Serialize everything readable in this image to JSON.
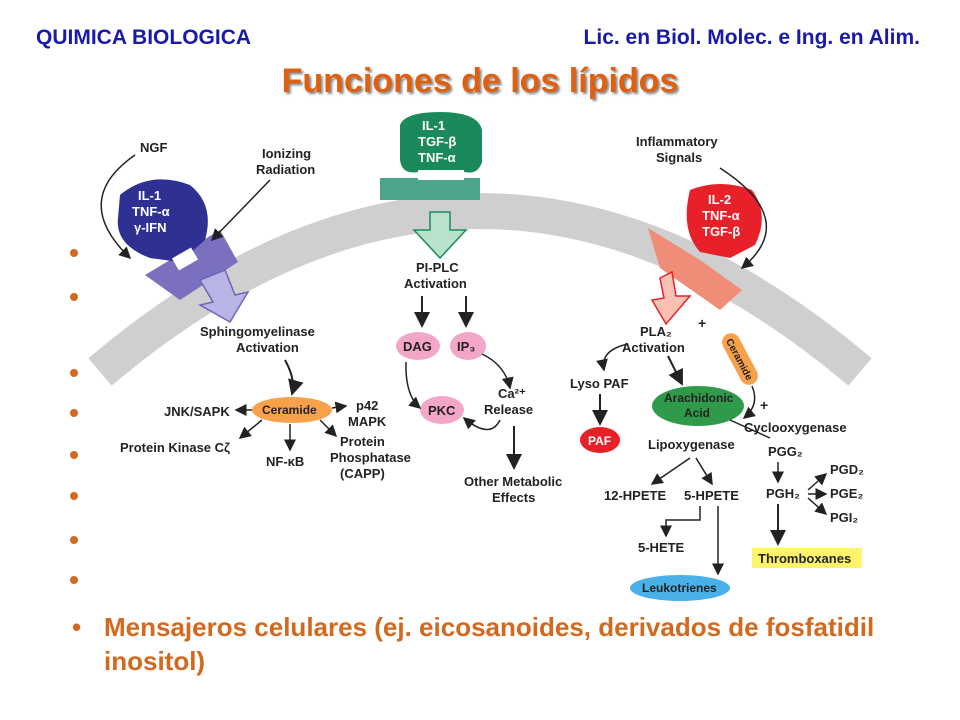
{
  "header": {
    "course": "QUIMICA BIOLOGICA",
    "program": "Lic. en Biol. Molec. e Ing. en Alim."
  },
  "title": "Funciones de los lípidos",
  "diagram": {
    "ngf": "NGF",
    "ionizing": [
      "Ionizing",
      "Radiation"
    ],
    "receptor_left": [
      "IL-1",
      "TNF-α",
      "γ-IFN"
    ],
    "receptor_center": [
      "IL-1",
      "TGF-β",
      "TNF-α"
    ],
    "inflammatory": [
      "Inflammatory",
      "Signals"
    ],
    "receptor_right": [
      "IL-2",
      "TNF-α",
      "TGF-β"
    ],
    "sphingo": [
      "Sphingomyelinase",
      "Activation"
    ],
    "ceramide": "Ceramide",
    "jnk": "JNK/SAPK",
    "p42": [
      "p42",
      "MAPK"
    ],
    "pkc_zeta": "Protein Kinase Cζ",
    "nfkb": "NF-κB",
    "phosphatase": [
      "Protein",
      "Phosphatase",
      "(CAPP)"
    ],
    "piplc": [
      "PI-PLC",
      "Activation"
    ],
    "dag": "DAG",
    "ip3": "IP₃",
    "pkc": "PKC",
    "ca_release": [
      "Ca²⁺",
      "Release"
    ],
    "other_effects": [
      "Other Metabolic",
      "Effects"
    ],
    "pla2": [
      "PLA₂",
      "Activation"
    ],
    "ceramide_right": "Ceramide",
    "plus": "+",
    "lyso_paf": "Lyso PAF",
    "arachidonic": [
      "Arachidonic",
      "Acid"
    ],
    "paf": "PAF",
    "lipoxygenase": "Lipoxygenase",
    "cyclooxygenase": "Cyclooxygenase",
    "pgg2": "PGG₂",
    "pgh2": "PGH₂",
    "pgd2": "PGD₂",
    "pge2": "PGE₂",
    "pgi2": "PGI₂",
    "hpete12": "12-HPETE",
    "hpete5": "5-HPETE",
    "hete5": "5-HETE",
    "leukotrienes": "Leukotrienes",
    "thromboxanes": "Thromboxanes"
  },
  "bullets": {
    "last": "Mensajeros celulares (ej. eicosanoides, derivados de fosfatidil inositol)"
  },
  "colors": {
    "header": "#1a1aa8",
    "title": "#e06010",
    "bullet": "#d2691e",
    "left_receptor": "#2e3192",
    "center_receptor": "#1a8a5a",
    "right_receptor": "#e8202a",
    "ceramide": "#f7a24a",
    "pink_node": "#f4a6c8",
    "arachidonic": "#2e9a4a",
    "paf": "#e8202a",
    "leukotrienes": "#4ab0e8",
    "thromboxanes": "#fff36a"
  }
}
